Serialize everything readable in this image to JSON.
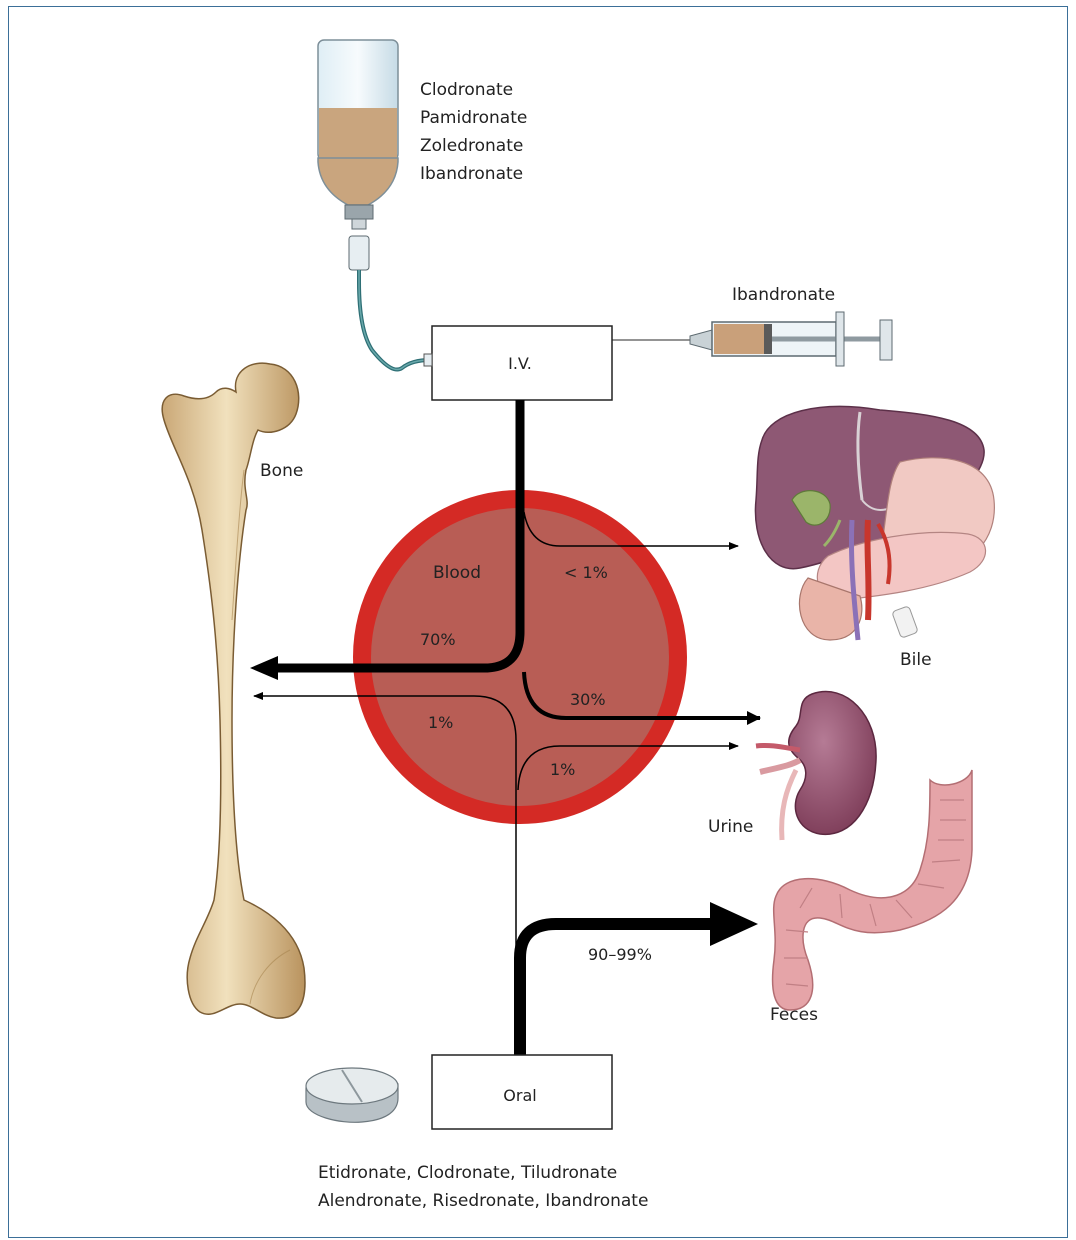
{
  "iv_drugs": [
    "Clodronate",
    "Pamidronate",
    "Zoledronate",
    "Ibandronate"
  ],
  "syringe_drug": "Ibandronate",
  "routes": {
    "iv": "I.V.",
    "oral": "Oral"
  },
  "compartment": "Blood",
  "organs": {
    "bone": "Bone",
    "bile": "Bile",
    "urine": "Urine",
    "feces": "Feces"
  },
  "flows": {
    "bile": "< 1%",
    "bone_iv": "70%",
    "urine_iv": "30%",
    "bone_oral": "1%",
    "urine_oral": "1%",
    "feces": "90–99%"
  },
  "oral_drugs": [
    "Etidronate, Clodronate, Tiludronate",
    "Alendronate, Risedronate, Ibandronate"
  ],
  "colors": {
    "blood_ring": "#d42a25",
    "blood_fill": "#b85d55",
    "bone": "#e8d2a6",
    "liver": "#8e5874",
    "kidney": "#8a4462",
    "intestine": "#e5a4a8",
    "iv_fluid": "#c9a07a",
    "tube": "#2e6f75",
    "frame": "#3b6f98"
  }
}
